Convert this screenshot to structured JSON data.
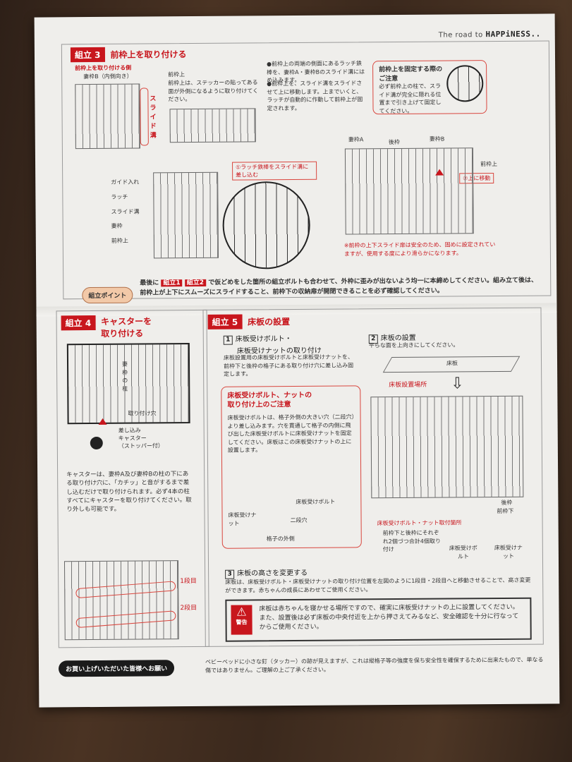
{
  "brand": {
    "prefix": "The road to",
    "name": "HAPPiNESS.."
  },
  "step3": {
    "badge": "組立 3",
    "title": "前枠上を取り付ける",
    "side_label": "前枠上を取り付ける側",
    "side_sub": "妻枠B（内側向き）",
    "slide_groove": "スライド溝",
    "front_top_label": "前枠上",
    "front_top_desc": "前枠上は、ステッカーの貼ってある面が外側になるように取り付けてください。",
    "bullets": [
      "●前枠上の両端の側面にあるラッチ鉄棒を、妻枠A・妻枠Bのスライド溝にはめ込みます。",
      "●前枠上を、スライド溝をスライドさせて上に移動します。上までいくと、ラッチが自動的に作動して前枠上が固定されます。"
    ],
    "caution_title": "前枠上を固定する際のご注意",
    "caution_text": "必ず前枠上の柱で、スライド溝が完全に隠れる位置まで引き上げて固定してください。",
    "callout1": "①ラッチ鉄棒をスライド溝に差し込む",
    "callout2": "②上に移動",
    "detail_labels": [
      "ガイド入れ",
      "ラッチ",
      "スライド溝",
      "妻枠",
      "前枠上"
    ],
    "crib_labels": {
      "a": "妻枠A",
      "back": "後枠",
      "b": "妻枠B",
      "front_top": "前枠上"
    },
    "note": "※前枠の上下スライド扉は安全のため、固めに設定されていますが、使用する度により滑らかになります。",
    "point_label": "組立ポイント",
    "point_pre": "最後に",
    "point_badge1": "組立1",
    "point_badge2": "組立2",
    "point_text": "で仮どめをした箇所の組立ボルトも合わせて、外枠に歪みが出ないよう均一に本締めしてください。組み立て後は、前枠上が上下にスムーズにスライドすること、前枠下の収納扉が開閉できることを必ず確認してください。"
  },
  "step4": {
    "badge": "組立 4",
    "title_line1": "キャスターを",
    "title_line2": "取り付ける",
    "labels": {
      "pillar": "妻枠の柱",
      "hole": "取り付け穴",
      "insert": "差し込み",
      "caster": "キャスター",
      "stopper": "（ストッパー付）"
    },
    "desc": "キャスターは、妻枠A及び妻枠Bの柱の下にある取り付け穴に、「カチッ」と音がするまで差し込むだけで取り付けられます。必ず4本の柱すべてにキャスターを取り付けてください。取り外しも可能です。",
    "levels": [
      "1段目",
      "2段目"
    ]
  },
  "step5": {
    "badge": "組立 5",
    "title": "床板の設置",
    "sub1": {
      "num": "1",
      "title_line1": "床板受けボルト・",
      "title_line2": "床板受けナットの取り付け",
      "desc": "床板設置用の床板受けボルトと床板受けナットを、前枠下と後枠の格子にある取り付け穴に差し込み固定します。"
    },
    "caution": {
      "title_line1": "床板受けボルト、ナットの",
      "title_line2": "取り付け上のご注意",
      "text": "床板受けボルトは、格子外側の大きい穴（二段穴）より差し込みます。穴を貫通して格子の内側に飛び出した床板受けボルトに床板受けナットを固定してください。床板はこの床板受けナットの上に設置します。",
      "labels": {
        "bolt": "床板受けボルト",
        "nut": "床板受けナット",
        "two_step": "二段穴",
        "outside": "格子の外側"
      }
    },
    "sub2": {
      "num": "2",
      "title": "床板の設置",
      "desc": "平らな面を上向きにしてください。",
      "board": "床板",
      "location": "床板設置場所",
      "back": "後枠",
      "front_bottom": "前枠下",
      "bolt_location": "床板受けボルト・ナット取付箇所",
      "count_text": "前枠下と後枠にそれぞれ2個づつ合計4個取り付け",
      "bolt": "床板受けボルト",
      "nut": "床板受けナット"
    },
    "sub3": {
      "num": "3",
      "title": "床板の高さを変更する",
      "desc": "床板は、床板受けボルト・床板受けナットの取り付け位置を左図のように1段目・2段目へと移動させることで、高さ変更ができます。赤ちゃんの成長にあわせてご使用ください。"
    },
    "warning": {
      "label": "警告",
      "text": "床板は赤ちゃんを寝かせる場所ですので、確実に床板受けナットの上に設置してください。また、設置後は必ず床板の中央付近を上から押さえてみるなど、安全確認を十分に行なってからご使用ください。"
    }
  },
  "footer": {
    "label": "お買い上げいただいた皆様へお願い",
    "text": "ベビーベッドに小さな釘（タッカー）の跡が見えますが、これは縦格子等の強度を保ち安全性を確保するために出来たもので、単なる傷ではありません。ご理解の上ご了承ください。"
  }
}
